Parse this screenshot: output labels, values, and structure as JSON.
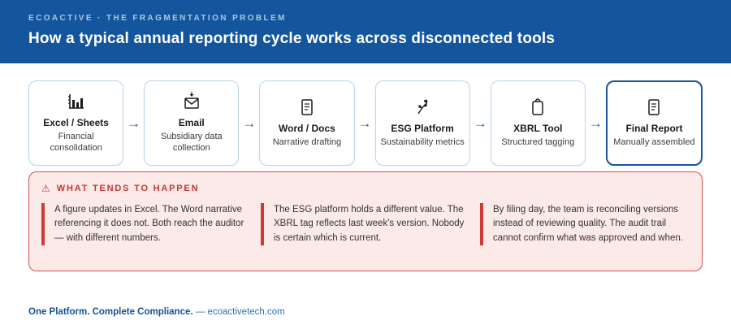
{
  "header": {
    "eyebrow": "ECOACTIVE · THE FRAGMENTATION PROBLEM",
    "title": "How a typical annual reporting cycle works across disconnected tools"
  },
  "flow": {
    "arrow": "→",
    "steps": [
      {
        "icon": "bar-chart-icon",
        "label": "Excel / Sheets",
        "sub": "Financial consolidation"
      },
      {
        "icon": "envelope-download-icon",
        "label": "Email",
        "sub": "Subsidiary data collection"
      },
      {
        "icon": "document-icon",
        "label": "Word / Docs",
        "sub": "Narrative drafting"
      },
      {
        "icon": "plant-icon",
        "label": "ESG Platform",
        "sub": "Sustainability metrics"
      },
      {
        "icon": "clipboard-icon",
        "label": "XBRL Tool",
        "sub": "Structured tagging"
      },
      {
        "icon": "document-icon",
        "label": "Final Report",
        "sub": "Manually assembled"
      }
    ]
  },
  "problem_panel": {
    "warning_icon": "⚠",
    "heading": "WHAT TENDS TO HAPPEN",
    "items": [
      "A figure updates in Excel. The Word narrative referencing it does not. Both reach the auditor — with different numbers.",
      "The ESG platform holds a different value. The XBRL tag reflects last week's version. Nobody is certain which is current.",
      "By filing day, the team is reconciling versions instead of reviewing quality. The audit trail cannot confirm what was approved and when."
    ]
  },
  "footer": {
    "tagline": "One Platform. Complete Compliance.",
    "separator": "—",
    "site": "ecoactivetech.com"
  },
  "colors": {
    "header_bg": "#14569D",
    "eyebrow_text": "#A9C7E4",
    "card_border": "#BBD5EC",
    "highlight_border": "#1A55A0",
    "arrow_blue": "#1D5FA8",
    "panel_bg": "#FBEAE8",
    "panel_border": "#D05050",
    "heading_red": "#C23632",
    "bar_red": "#D03A34",
    "footer_bold_blue": "#14509B",
    "footer_link_blue": "#2E6FB3"
  }
}
